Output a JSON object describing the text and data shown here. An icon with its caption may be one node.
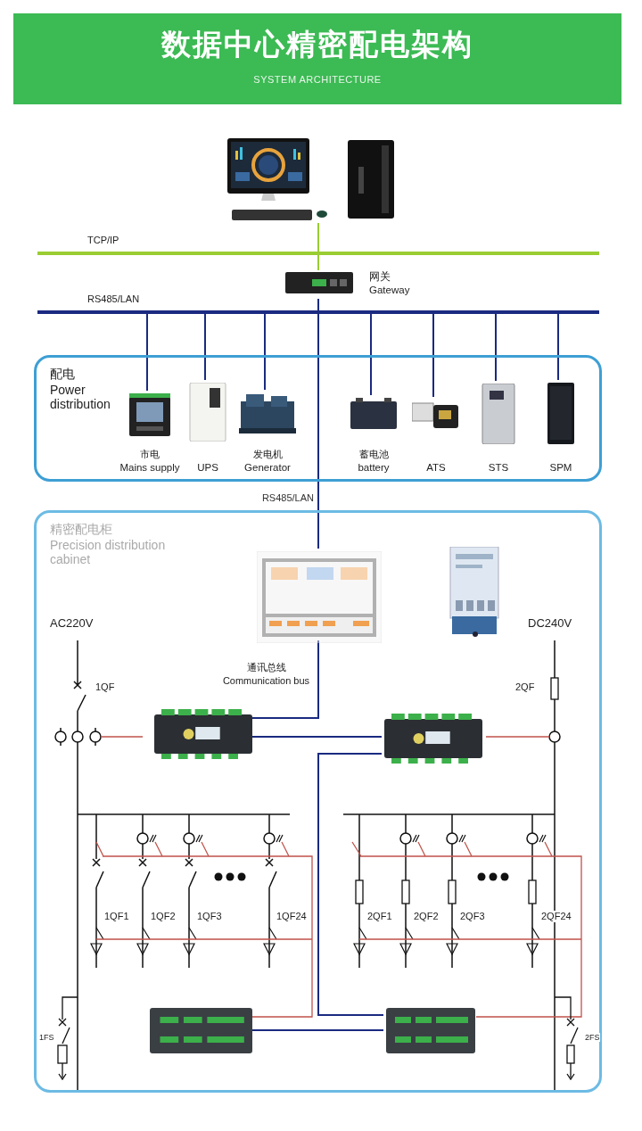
{
  "diagram": {
    "nodes": [
      {
        "text": [
          "数据中心精密配电架构",
          "SYSTEM ARCHITECTURE"
        ]
      },
      {
        "text": [],
        "shape": "picture"
      },
      {
        "text": [],
        "shape": "picture"
      },
      {
        "text": [],
        "shape": "bar",
        "beside": [
          "TCP/IP"
        ]
      },
      {
        "text": [],
        "shape": "picture",
        "beside": [
          "网关",
          "Gateway"
        ]
      },
      {
        "text": [],
        "shape": "bar",
        "beside": [
          "RS485/LAN"
        ]
      },
      {
        "text": [
          "配电",
          "Power distribution"
        ]
      },
      {
        "text": [
          "市电",
          "Mains supply"
        ],
        "in": 6
      },
      {
        "text": [
          "UPS"
        ],
        "in": 6
      },
      {
        "text": [
          "发电机",
          "Generator"
        ],
        "in": 6
      },
      {
        "text": [
          "蓄电池",
          "battery"
        ],
        "in": 6
      },
      {
        "text": [
          "ATS"
        ],
        "in": 6
      },
      {
        "text": [
          "STS"
        ],
        "in": 6
      },
      {
        "text": [
          "SPM"
        ],
        "in": 6
      },
      {
        "text": [
          "精密配电柜",
          "Precision distribution cabinet"
        ]
      },
      {
        "text": [],
        "shape": "picture",
        "in": 14
      },
      {
        "text": [],
        "shape": "picture",
        "in": 14
      },
      {
        "text": [],
        "shape": "picture",
        "in": 14
      },
      {
        "text": [],
        "shape": "picture",
        "in": 14
      },
      {
        "text": [],
        "shape": "picture",
        "in": 14
      },
      {
        "text": [],
        "shape": "picture",
        "in": 14
      }
    ],
    "edges": [
      {
        "from": 1,
        "to": 3,
        "arrow": "none",
        "color": "#9acd32"
      },
      {
        "from": 4,
        "to": 3,
        "arrow": "none",
        "color": "#9acd32"
      },
      {
        "from": 4,
        "to": 5,
        "arrow": "none"
      },
      {
        "from": 5,
        "to": 7,
        "arrow": "none"
      },
      {
        "from": 5,
        "to": 8,
        "arrow": "none"
      },
      {
        "from": 5,
        "to": 9,
        "arrow": "none"
      },
      {
        "from": 5,
        "to": 10,
        "arrow": "none"
      },
      {
        "from": 5,
        "to": 11,
        "arrow": "none"
      },
      {
        "from": 5,
        "to": 12,
        "arrow": "none"
      },
      {
        "from": 5,
        "to": 13,
        "arrow": "none"
      },
      {
        "from": 5,
        "to": 15,
        "arrow": "none",
        "label": "RS485/LAN"
      },
      {
        "from": 15,
        "to": 17,
        "arrow": "none"
      },
      {
        "from": 17,
        "to": 18,
        "arrow": "none"
      },
      {
        "from": 18,
        "to": 20,
        "arrow": "none"
      },
      {
        "from": 19,
        "to": 20,
        "arrow": "none"
      }
    ],
    "labels": [
      "AC220V",
      "DC240V",
      "通讯总线",
      "Communication bus",
      "1QF",
      "2QF",
      "1QF1",
      "1QF2",
      "1QF3",
      "1QF24",
      "2QF1",
      "2QF2",
      "2QF3",
      "2QF24",
      "1FS",
      "2FS"
    ]
  }
}
